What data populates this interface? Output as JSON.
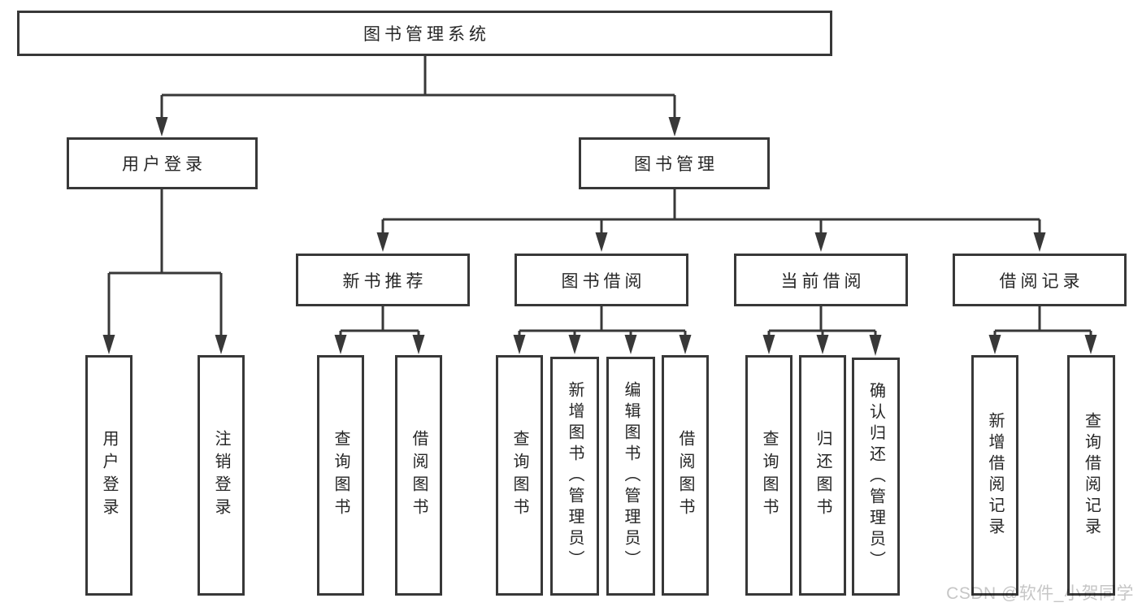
{
  "diagram": {
    "root": {
      "label": "图书管理系统"
    },
    "branches": [
      {
        "label": "用户登录",
        "children": [
          {
            "label": "用户登录"
          },
          {
            "label": "注销登录"
          }
        ]
      },
      {
        "label": "图书管理",
        "children": [
          {
            "label": "新书推荐",
            "children": [
              {
                "label": "查询图书"
              },
              {
                "label": "借阅图书"
              }
            ]
          },
          {
            "label": "图书借阅",
            "children": [
              {
                "label": "查询图书"
              },
              {
                "label": "新增图书（管理员）"
              },
              {
                "label": "编辑图书（管理员）"
              },
              {
                "label": "借阅图书"
              }
            ]
          },
          {
            "label": "当前借阅",
            "children": [
              {
                "label": "查询图书"
              },
              {
                "label": "归还图书"
              },
              {
                "label": "确认归还（管理员）"
              }
            ]
          },
          {
            "label": "借阅记录",
            "children": [
              {
                "label": "新增借阅记录"
              },
              {
                "label": "查询借阅记录"
              }
            ]
          }
        ]
      }
    ]
  },
  "watermark": {
    "text": "CSDN @软件_小贺同学"
  },
  "colors": {
    "line": "#383838",
    "box_border": "#383838",
    "text": "#262626",
    "watermark": "#c6c6c6",
    "background": "#ffffff"
  }
}
